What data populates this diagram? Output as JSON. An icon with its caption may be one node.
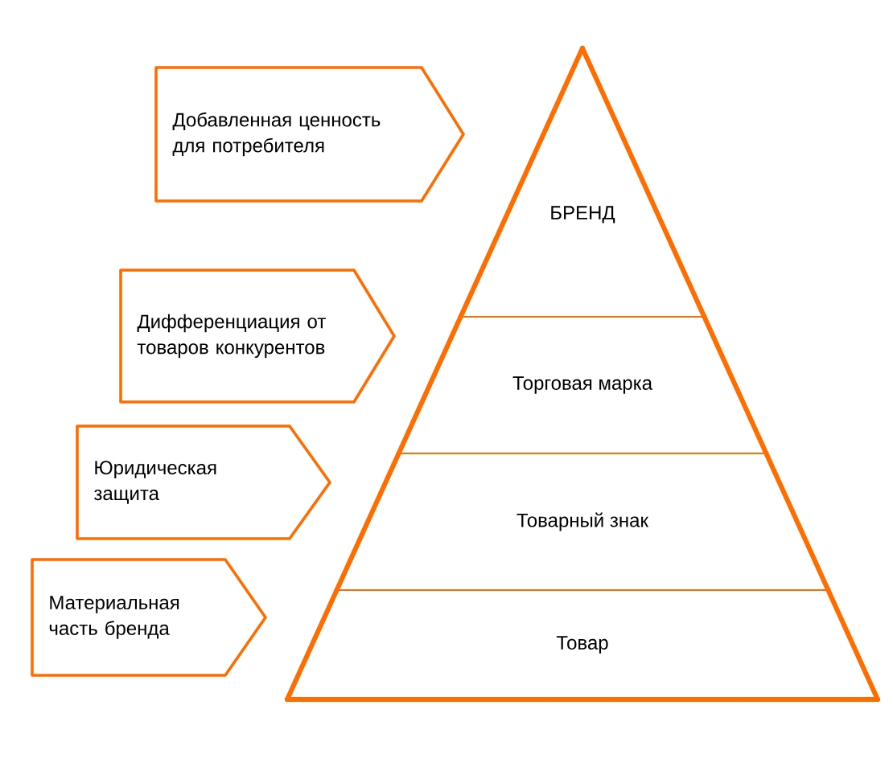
{
  "diagram": {
    "nodes": [
      {
        "text": [
          "Добавленная ценность для потребителя"
        ]
      },
      {
        "text": [
          "Дифференциация от товаров конкурентов"
        ]
      },
      {
        "text": [
          "Юридическая защита"
        ]
      },
      {
        "text": [
          "Материальная часть бренда"
        ]
      },
      {
        "text": [
          "БРЕНД"
        ]
      },
      {
        "text": [
          "Торговая марка"
        ]
      },
      {
        "text": [
          "Товарный знак"
        ]
      },
      {
        "text": [
          "Товар"
        ]
      }
    ]
  }
}
